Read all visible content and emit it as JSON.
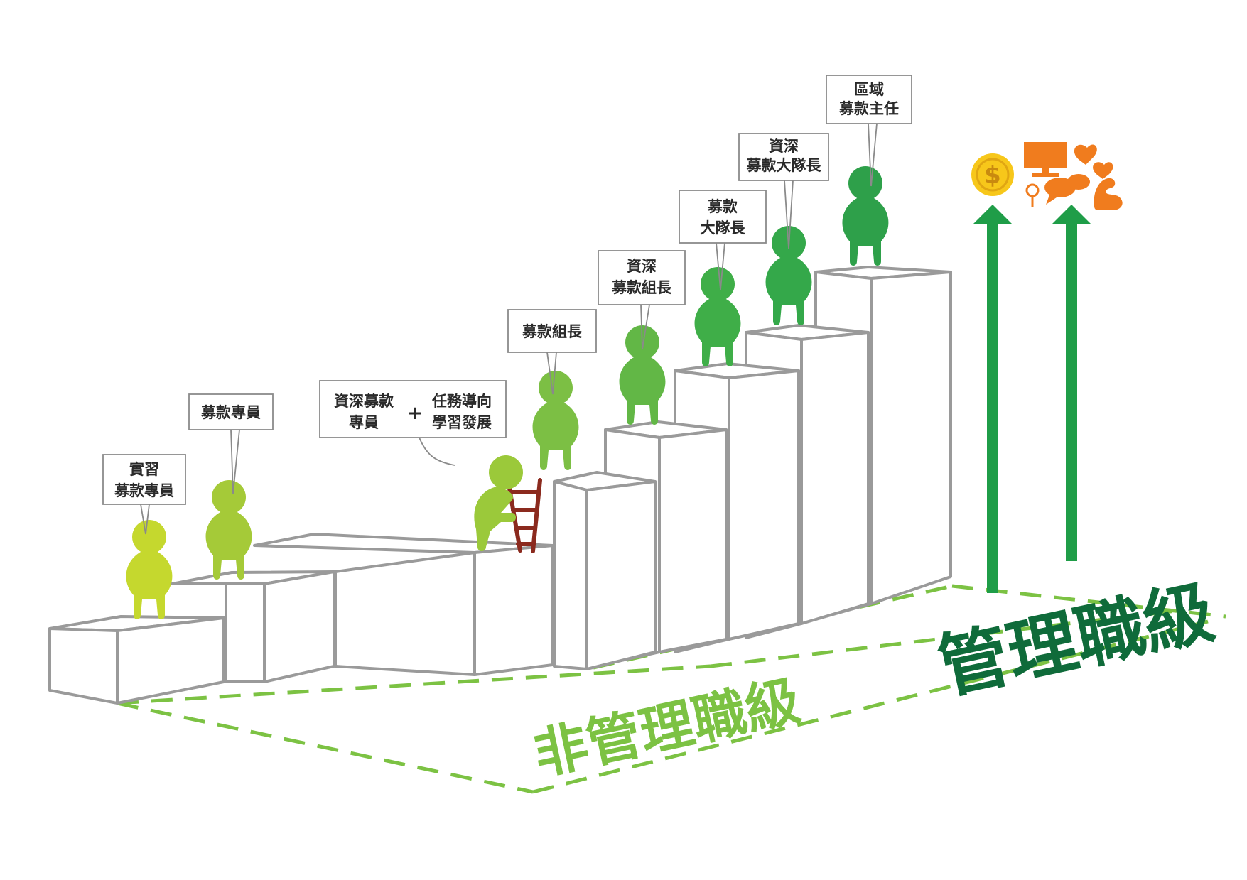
{
  "zones": {
    "non_management": "非管理職級",
    "management": "管理職級"
  },
  "positions": [
    {
      "line1": "實習",
      "line2": "募款專員"
    },
    {
      "line1": "募款專員",
      "line2": ""
    },
    {
      "line1": "資深募款",
      "line2": "專員"
    },
    {
      "line1": "募款組長",
      "line2": ""
    },
    {
      "line1": "資深",
      "line2": "募款組長"
    },
    {
      "line1": "募款",
      "line2": "大隊長"
    },
    {
      "line1": "資深",
      "line2": "募款大隊長"
    },
    {
      "line1": "區域",
      "line2": "募款主任"
    }
  ],
  "development": {
    "plus": "+",
    "line1": "任務導向",
    "line2": "學習發展"
  },
  "icons": [
    "dollar-coin-icon",
    "monitor-icon",
    "hearts-icon",
    "magnifier-icon",
    "chat-bubbles-icon",
    "strong-arm-icon"
  ],
  "colors": {
    "figure_light": "#c5d82e",
    "figure_mid": "#8fc33f",
    "figure_green": "#5db547",
    "figure_dark": "#2ea04a",
    "arrow_green": "#1f9d48",
    "zone_light": "#7cc243",
    "zone_dark": "#0f6b3a",
    "icon_orange": "#f07c1e",
    "coin_yellow": "#f7c71a",
    "ladder_brown": "#8b2a1e"
  }
}
